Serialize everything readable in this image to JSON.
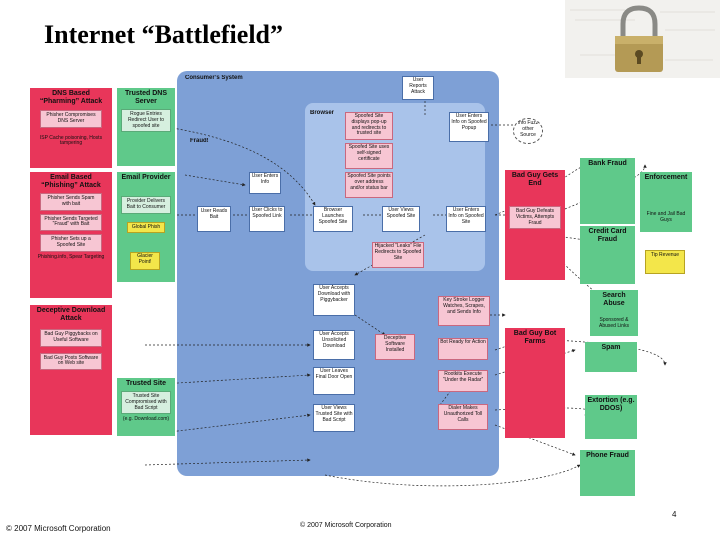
{
  "title": "Internet “Battlefield”",
  "page_number": "4",
  "footer_left": "© 2007 Microsoft Corporation",
  "footer_center": "© 2007 Microsoft Corporation",
  "colors": {
    "attack_red": "#e8365a",
    "bad_pink": "#f7c6d3",
    "response_green": "#5fc98a",
    "consumer_blue": "#7ea0d6",
    "browser_blue": "#a9c3ea",
    "note_yellow": "#f3e64a"
  },
  "diagram": {
    "consumer_system": "Consumer’s System",
    "browser": "Browser",
    "fraud": "Fraud!",
    "dns_attack": "DNS Based “Pharming” Attack",
    "dns_1": "Phisher Compromises DNS Server",
    "dns_2": "ISP Cache poisoning, Hosts tampering",
    "trusted_dns": "Trusted DNS Server",
    "trusted_dns_1": "Rogue Entries Redirect User to spoofed site",
    "email_attack": "Email Based “Phishing” Attack",
    "email_1": "Phisher Sends Spam with bait",
    "email_2": "Phisher Sends Targeted “Fraud” with Bait",
    "email_3": "Phisher Sets up a Spoofed Site",
    "email_4": "Phishing.info, Spear Targeting",
    "email_provider": "Email Provider",
    "email_provider_1": "Provider Delivers Bait to Consumer",
    "globe_1": "Global Phish",
    "download_attack": "Deceptive Download Attack",
    "dl_1": "Bad Guy Piggybacks on Useful Software",
    "dl_2": "Bad Guy Posts Software on Web site",
    "trusted_site": "Trusted Site",
    "trusted_site_1": "Trusted Site Compromised with Bad Script",
    "trusted_site_2": "(e.g. Download.com)",
    "user_reports": "User Reports Attack",
    "user_enters": "User Enters Info on Spoofed Popup",
    "info_to": "Info Fuzz other Source",
    "spoofed_popup": "Spoofed Site displays pop-up and redirects to trusted site",
    "spoofed_cert": "Spoofed Site uses self-signed certificate",
    "spoofed_bar": "Spoofed Site points over address and/or status bar",
    "user_enters_info": "User Enters Info",
    "user_reads": "User Reads Bait",
    "user_clicks": "User Clicks to Spoofed Link",
    "browser_launches": "Browser Launches Spoofed Site",
    "user_views": "User Views Spoofed Site",
    "user_enters2": "User Enters Info on Spoofed Site",
    "hijacked": "Hijacked “Leaks” File Redirects to Spoofed Site",
    "user_accepts": "User Accepts Download with Piggybacker",
    "user_accepts2": "User Accepts Unsolicited Download",
    "user_leaves": "User Leaves Final Door Open",
    "user_views2": "User Views Trusted Site with Bad Script",
    "deceptive_sw": "Deceptive Software Installed",
    "key_stroke": "Key Stroke Logger Watches, Scrapes, and Sends Info",
    "bot_ready": "Bot Ready for Action",
    "rootkits": "Rootkits Execute “Under the Radar”",
    "dialer": "Dialer Makes Unauthorized Toll Calls",
    "bank_fraud": "Bank Fraud",
    "enforcement": "Enforcement",
    "fine_jail": "Fine and Jail Bad Guys",
    "bad_guy_gets": "Bad Guy Gets End",
    "bad_guy_attempts": "Bad Guy Defeats Victims, Attempts Fraud",
    "credit_card": "Credit Card Fraud",
    "search_abuse": "Search Abuse",
    "sponsored": "Sponsored & Abused Links",
    "bad_guy_bot": "Bad Guy Bot Farms",
    "spam": "Spam",
    "extortion": "Extortion (e.g. DDOS)",
    "phone_fraud": "Phone Fraud",
    "tip_1": "Tip Revenue",
    "yellow_1": "Glacier Point!"
  }
}
